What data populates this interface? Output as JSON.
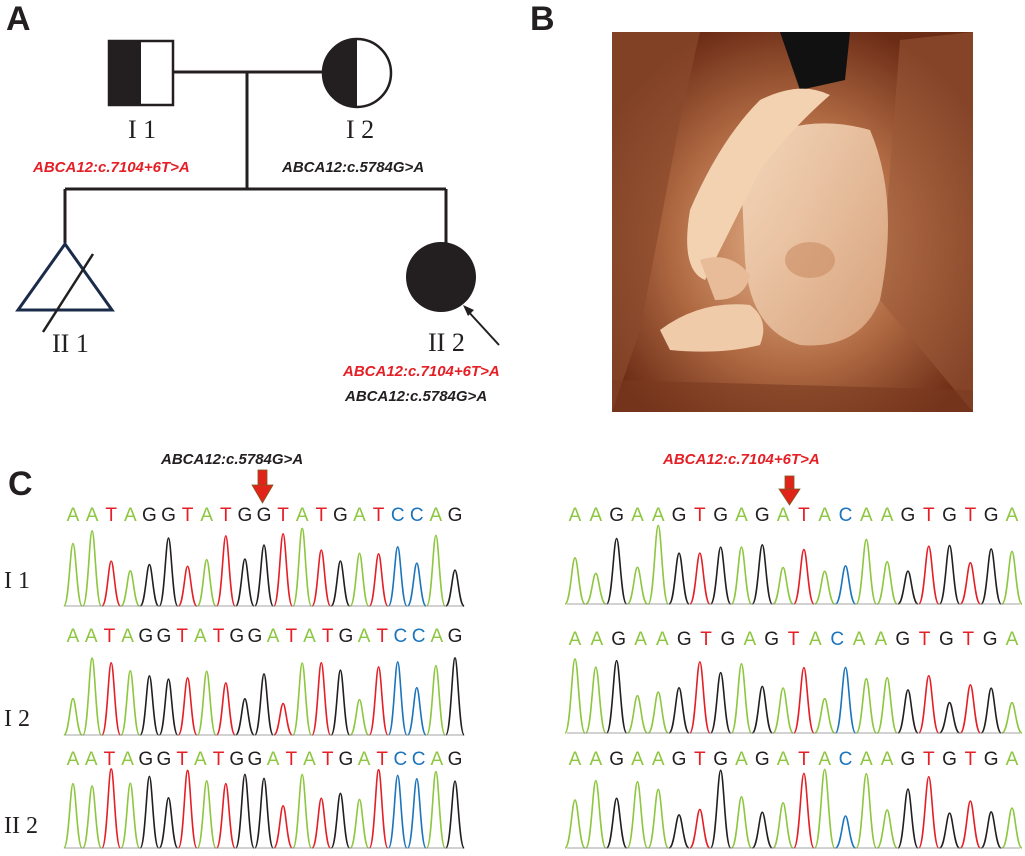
{
  "panels": {
    "a": "A",
    "b": "B",
    "c": "C"
  },
  "colors": {
    "red": "#e41f26",
    "black": "#231f20",
    "navy": "#1b2c4a",
    "A": "#8dc63f",
    "G": "#231f20",
    "T": "#e41f26",
    "C": "#1c75bc",
    "arrow": "#e2231a",
    "arrow_edge": "#7a5a1e"
  },
  "pedigree": {
    "i1": {
      "label": "I 1",
      "variant": "ABCA12:c.7104+6T>A"
    },
    "i2": {
      "label": "I 2",
      "variant": "ABCA12:c.5784G>A"
    },
    "ii1": {
      "label": "II 1"
    },
    "ii2": {
      "label": "II 2",
      "variant1": "ABCA12:c.7104+6T>A",
      "variant2": "ABCA12:c.5784G>A"
    }
  },
  "chromatograms": {
    "left_title": "ABCA12:c.5784G>A",
    "right_title": "ABCA12:c.7104+6T>A",
    "row_labels": [
      "I 1",
      "I 2",
      "II 2"
    ],
    "left_seq": [
      "A",
      "A",
      "T",
      "A",
      "G",
      "G",
      "T",
      "A",
      "T",
      "G",
      "G",
      "T",
      "A",
      "T",
      "G",
      "A",
      "T",
      "C",
      "C",
      "A",
      "G"
    ],
    "left_seq_2": [
      "A",
      "A",
      "T",
      "A",
      "G",
      "G",
      "T",
      "A",
      "T",
      "G",
      "G",
      "A",
      "T",
      "A",
      "T",
      "G",
      "A",
      "T",
      "C",
      "C",
      "A",
      "G"
    ],
    "right_seq": [
      "A",
      "A",
      "G",
      "A",
      "A",
      "G",
      "T",
      "G",
      "A",
      "G",
      "A",
      "T",
      "A",
      "C",
      "A",
      "A",
      "G",
      "T",
      "G",
      "T",
      "G",
      "A"
    ],
    "right_seq_2": [
      "A",
      "A",
      "G",
      "A",
      "A",
      "G",
      "T",
      "G",
      "A",
      "G",
      "T",
      "A",
      "C",
      "A",
      "A",
      "G",
      "T",
      "G",
      "T",
      "G",
      "A"
    ]
  }
}
